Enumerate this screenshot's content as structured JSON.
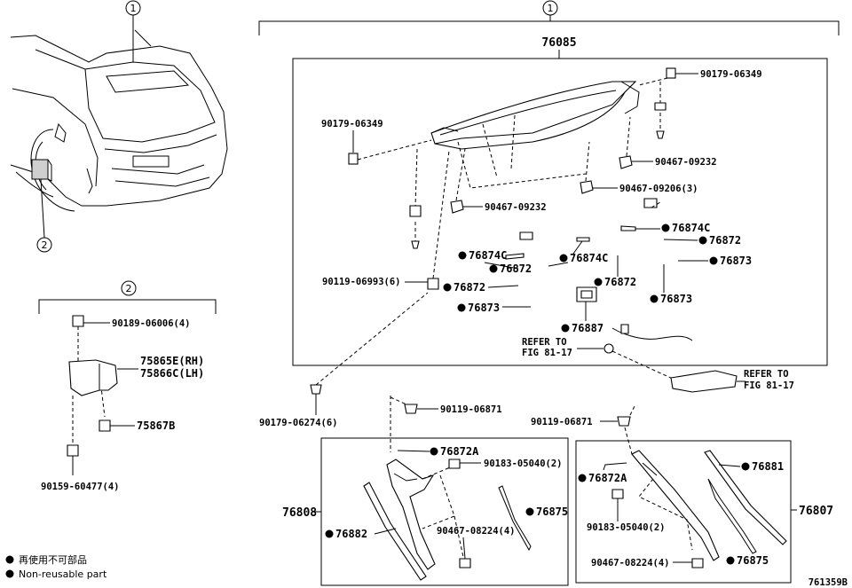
{
  "callouts": {
    "c1": "1",
    "c2": "2"
  },
  "group1": {
    "assembly": "76085",
    "items": {
      "p90179_06349_a": "90179-06349",
      "p90179_06349_b": "90179-06349",
      "p90467_09232_a": "90467-09232",
      "p90467_09232_b": "90467-09232",
      "p90467_09206": "90467-09206(3)",
      "p76874c_a": "76874C",
      "p76874c_b": "76874C",
      "p76874c_c": "76874C",
      "p76872_a": "76872",
      "p76872_b": "76872",
      "p76872_c": "76872",
      "p76872_d": "76872",
      "p76873_a": "76873",
      "p76873_b": "76873",
      "p76873_c": "76873",
      "p76887": "76887",
      "p90119_06993": "90119-06993(6)",
      "refer_a_1": "REFER TO",
      "refer_a_2": "FIG 81-17",
      "refer_b_1": "REFER TO",
      "refer_b_2": "FIG 81-17",
      "p90179_06274": "90179-06274(6)",
      "p90119_06871_a": "90119-06871",
      "p90119_06871_b": "90119-06871"
    },
    "lh_box": {
      "assembly": "76808",
      "p76872a": "76872A",
      "p90183": "90183-05040(2)",
      "p76875": "76875",
      "p76882": "76882",
      "p90467_08224": "90467-08224(4)"
    },
    "rh_box": {
      "assembly": "76807",
      "p76881": "76881",
      "p76872a": "76872A",
      "p90183": "90183-05040(2)",
      "p76875": "76875",
      "p90467_08224": "90467-08224(4)"
    }
  },
  "group2": {
    "p90189": "90189-06006(4)",
    "p75865e": "75865E(RH)",
    "p75866c": "75866C(LH)",
    "p75867b": "75867B",
    "p90159": "90159-60477(4)"
  },
  "legend": {
    "line1": "再使用不可部品",
    "line2": "Non-reusable part"
  },
  "figure_id": "761359B"
}
